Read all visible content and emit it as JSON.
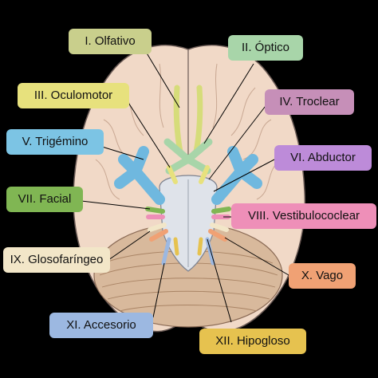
{
  "labels": [
    {
      "id": "n1",
      "text": "I. Olfativo",
      "color": "#c9cf8c"
    },
    {
      "id": "n2",
      "text": "II. Óptico",
      "color": "#a8d5a9"
    },
    {
      "id": "n3",
      "text": "III. Oculomotor",
      "color": "#e7e17d"
    },
    {
      "id": "n4",
      "text": "IV. Troclear",
      "color": "#c68fb8"
    },
    {
      "id": "n5",
      "text": "V. Trigémino",
      "color": "#7cc4e4"
    },
    {
      "id": "n6",
      "text": "VI. Abductor",
      "color": "#bd8bd9"
    },
    {
      "id": "n7",
      "text": "VII. Facial",
      "color": "#80b653"
    },
    {
      "id": "n8",
      "text": "VIII. Vestibulococlear",
      "color": "#ee8fb8"
    },
    {
      "id": "n9",
      "text": "IX. Glosofaríngeo",
      "color": "#f2e6c8"
    },
    {
      "id": "n10",
      "text": "X. Vago",
      "color": "#f0a174"
    },
    {
      "id": "n11",
      "text": "XI. Accesorio",
      "color": "#9cb8e1"
    },
    {
      "id": "n12",
      "text": "XII. Hipogloso",
      "color": "#e6c24f"
    }
  ],
  "colors": {
    "background": "#000000",
    "brain": "#f1d9c7",
    "brain_outline": "#6a5a55",
    "cerebellum": "#d8b99c",
    "brainstem": "#dfe3ea"
  }
}
